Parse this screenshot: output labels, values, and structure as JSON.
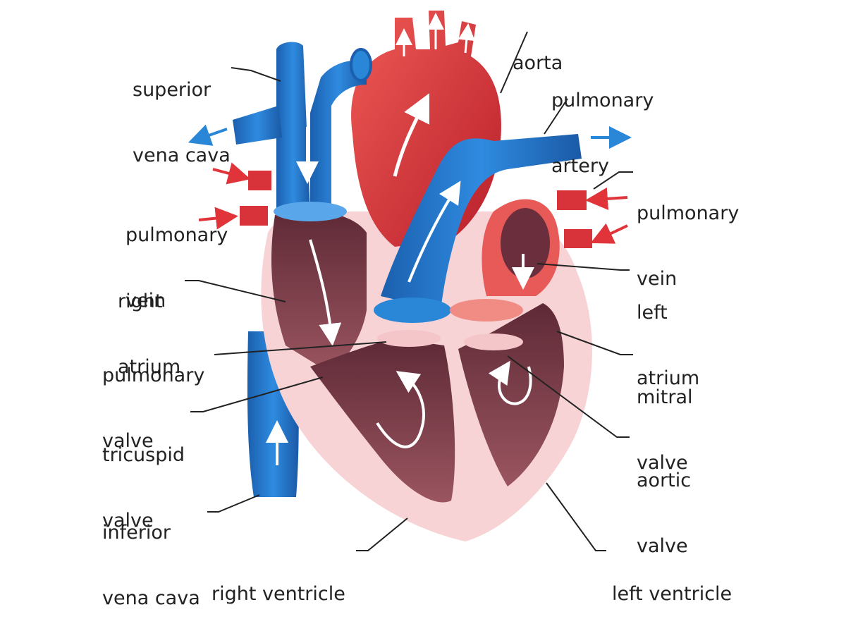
{
  "colors": {
    "oxygenated": "#d8333a",
    "deoxygenated": "#1f73c4",
    "chamber": "#7a3b48",
    "tissue": "#f7d6d8",
    "leader_line": "#222222",
    "label_text": "#222222"
  },
  "labels": {
    "superior_vena_cava": [
      "superior",
      "vena cava"
    ],
    "aorta": [
      "aorta"
    ],
    "pulmonary_artery": [
      "pulmonary",
      "artery"
    ],
    "pulmonary_vein_left": [
      "pulmonary",
      "vein"
    ],
    "pulmonary_vein_right": [
      "pulmonary",
      "vein"
    ],
    "right_atrium": [
      "right",
      "atrium"
    ],
    "left_atrium": [
      "left",
      "atrium"
    ],
    "pulmonary_valve": [
      "pulmonary",
      "valve"
    ],
    "mitral_valve": [
      "mitral",
      "valve"
    ],
    "tricuspid_valve": [
      "tricuspid",
      "valve"
    ],
    "aortic_valve": [
      "aortic",
      "valve"
    ],
    "inferior_vena_cava": [
      "inferior",
      "vena cava"
    ],
    "right_ventricle": [
      "right ventricle"
    ],
    "left_ventricle": [
      "left ventricle"
    ]
  }
}
